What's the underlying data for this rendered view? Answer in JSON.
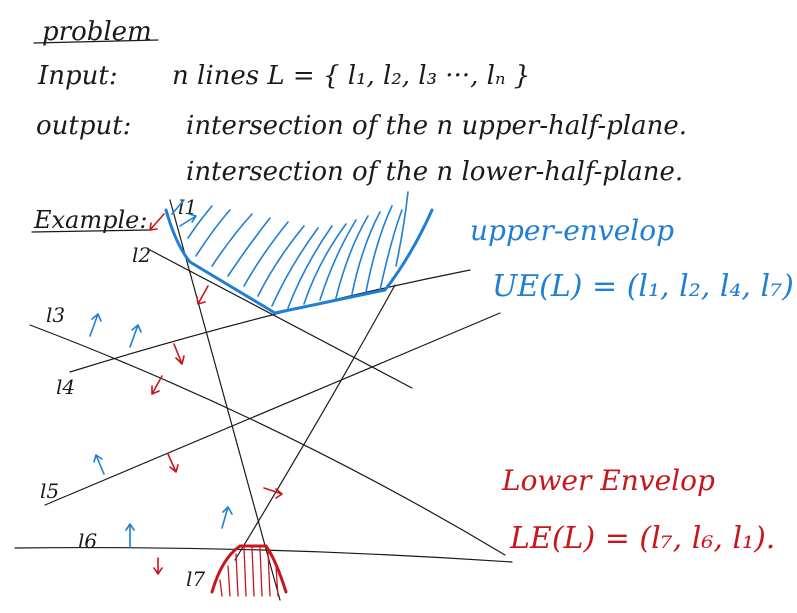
{
  "heading": "problem",
  "input": {
    "label": "Input:",
    "text": "n lines  L = { l₁, l₂, l₃ ···, lₙ }"
  },
  "output": {
    "label": "output:",
    "line1": "intersection of the n upper-half-plane.",
    "line2": "intersection of the n lower-half-plane."
  },
  "example_label": "Example:",
  "line_labels": [
    "l1",
    "l2",
    "l3",
    "l4",
    "l5",
    "l6",
    "l7"
  ],
  "upper": {
    "title": "upper-envelop",
    "formula": "UE(L) = (l₁, l₂, l₄, l₇)"
  },
  "lower": {
    "title": "Lower Envelop",
    "formula": "LE(L) = (l₇, l₆, l₁)."
  },
  "colors": {
    "ink": "#1a1a1a",
    "upper": "#1f7fd6",
    "lower": "#c8161d"
  }
}
